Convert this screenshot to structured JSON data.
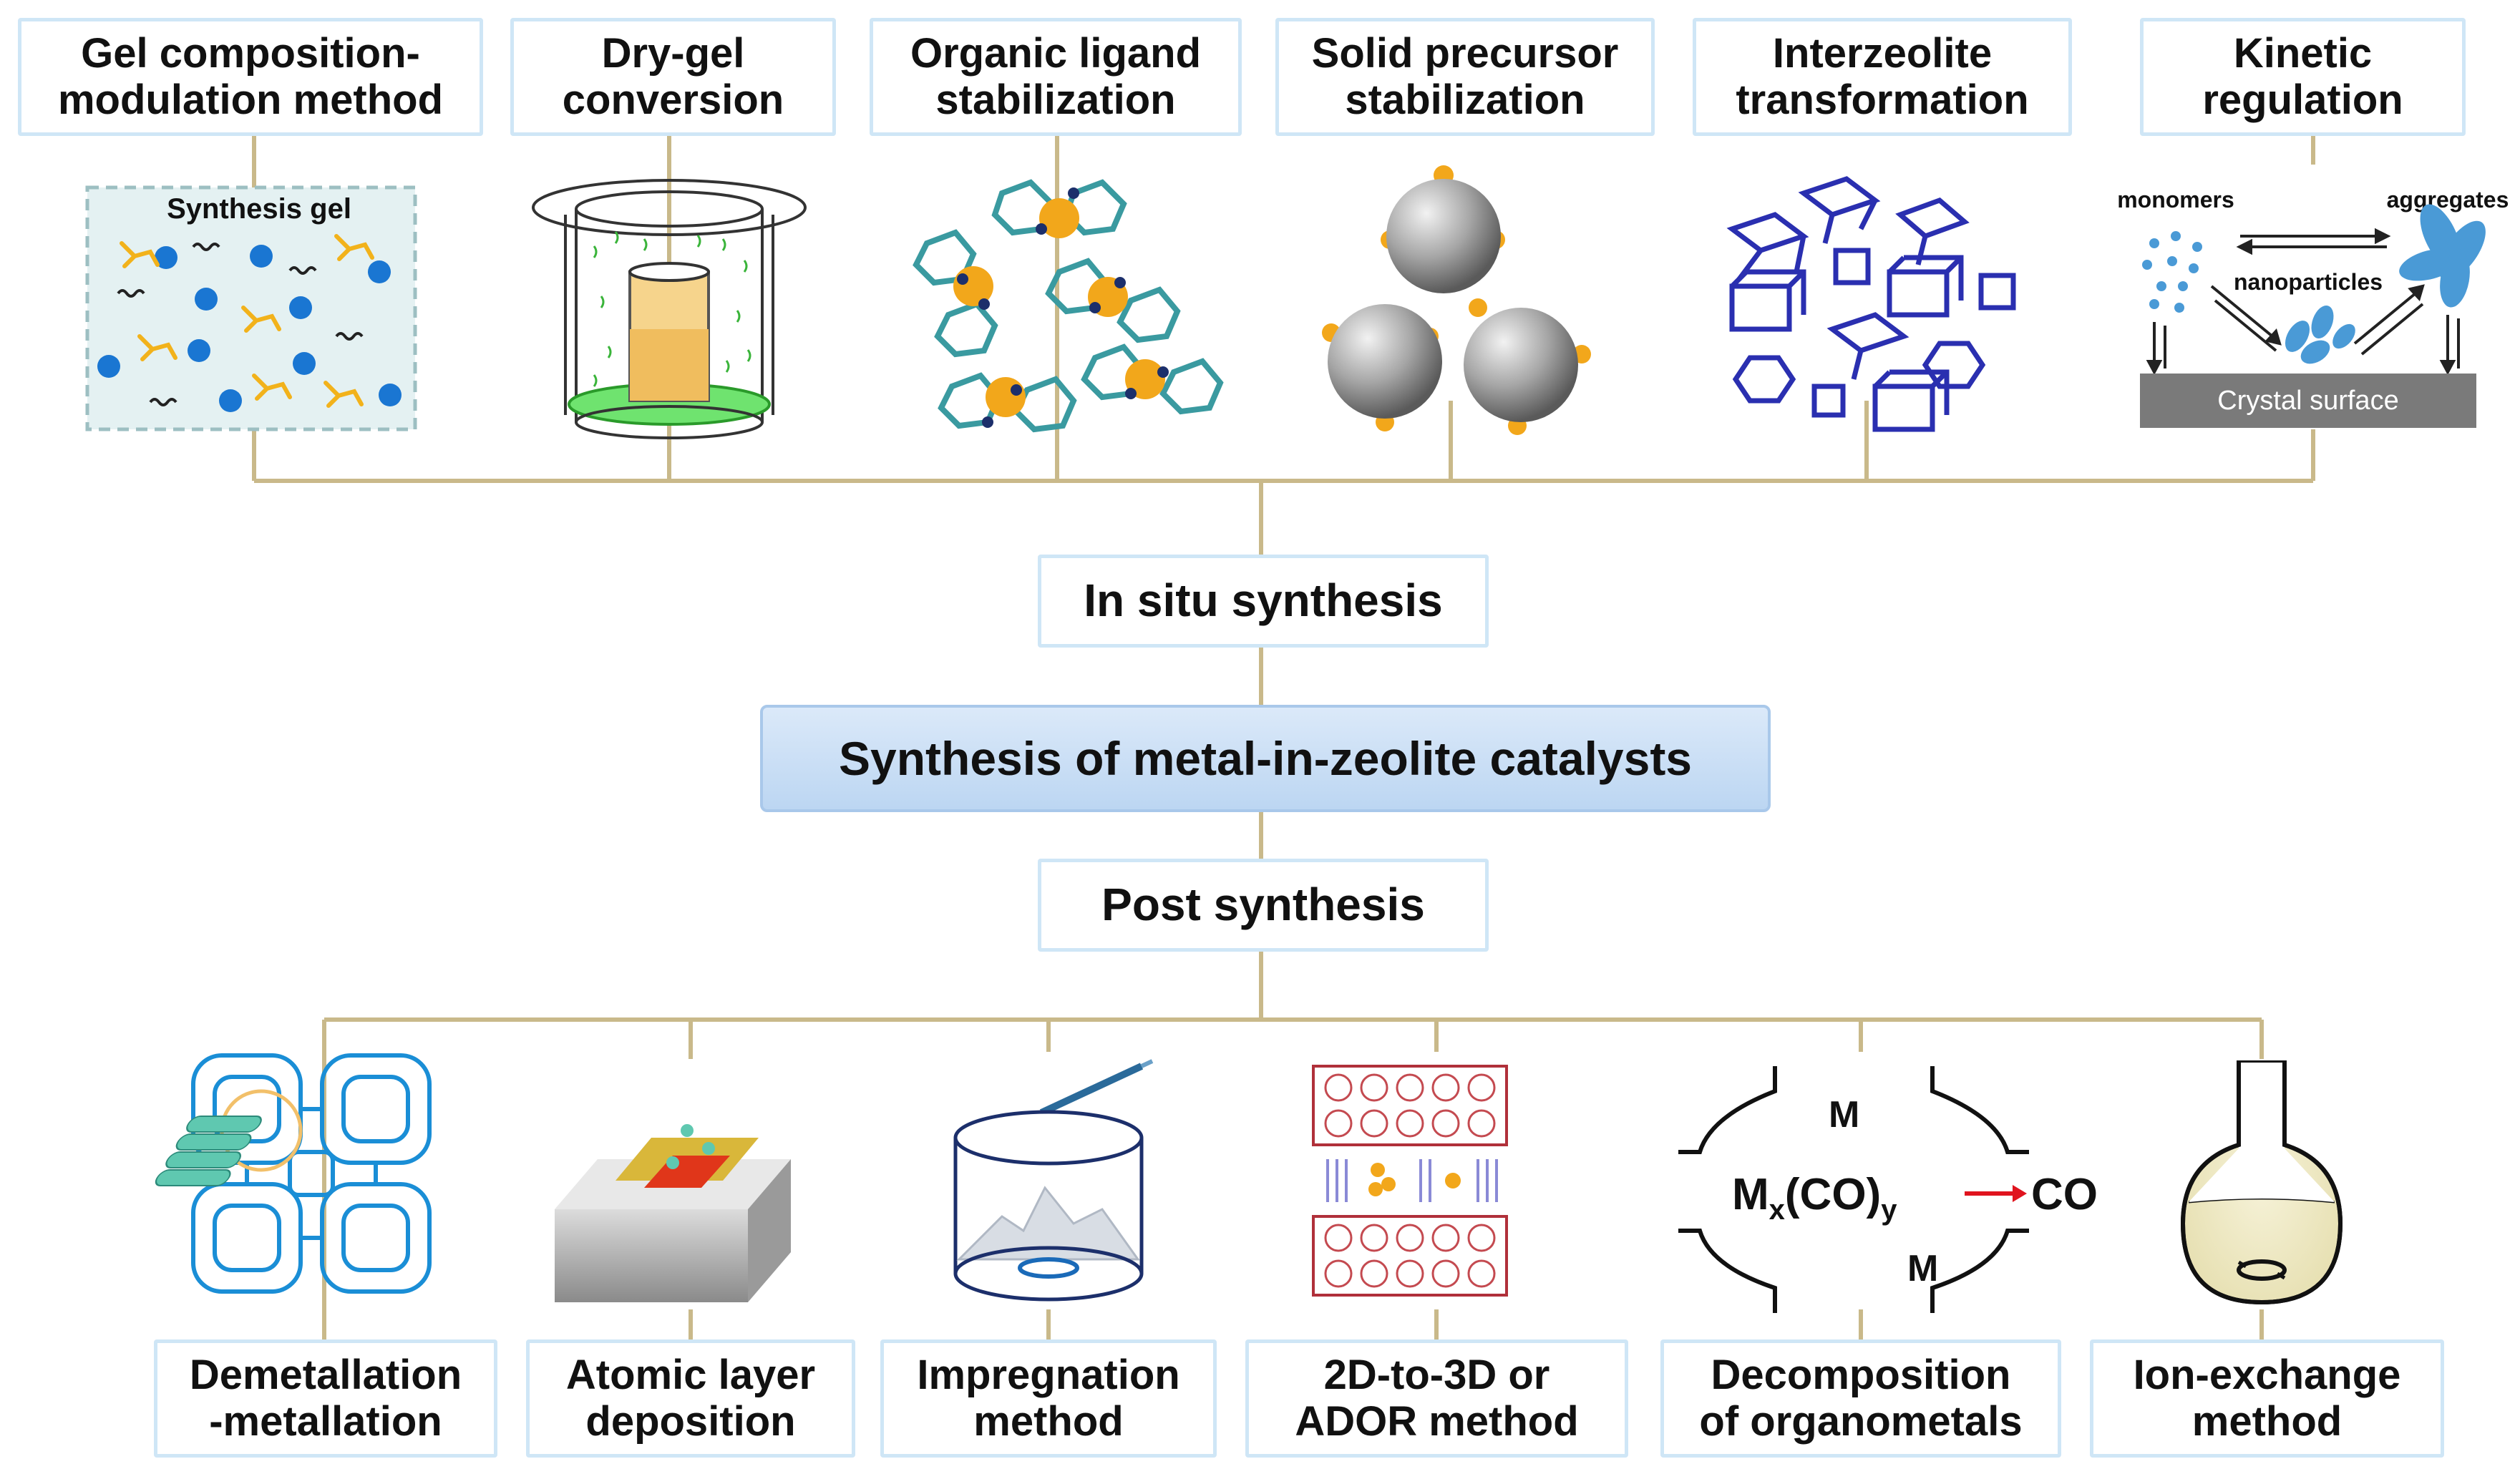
{
  "top_methods": [
    {
      "label": "Gel composition-\nmodulation method"
    },
    {
      "label": "Dry-gel\nconversion"
    },
    {
      "label": "Organic ligand\nstabilization"
    },
    {
      "label": "Solid precursor\nstabilization"
    },
    {
      "label": "Interzeolite\ntransformation"
    },
    {
      "label": "Kinetic\nregulation"
    }
  ],
  "in_situ": {
    "label": "In situ synthesis"
  },
  "main": {
    "label": "Synthesis of metal-in-zeolite catalysts"
  },
  "post": {
    "label": "Post synthesis"
  },
  "bottom_methods": [
    {
      "label": "Demetallation\n-metallation"
    },
    {
      "label": "Atomic layer\ndeposition"
    },
    {
      "label": "Impregnation\nmethod"
    },
    {
      "label": "2D-to-3D or\nADOR method"
    },
    {
      "label": "Decomposition\nof organometals"
    },
    {
      "label": "Ion-exchange\nmethod"
    }
  ],
  "illustration_text": {
    "synthesis_gel": "Synthesis gel",
    "monomers": "monomers",
    "aggregates": "aggregates",
    "nanoparticles": "nanoparticles",
    "crystal_surface": "Crystal surface",
    "metal_M": "M",
    "formula_base": "M",
    "formula_sub_x": "x",
    "formula_mid": "(CO)",
    "formula_sub_y": "y",
    "co": "CO"
  },
  "colors": {
    "connector": "#c9b98a",
    "box_border": "#cfe6f6",
    "zeolite_blue": "#1a8ed6",
    "ligand_teal": "#3a9aa0",
    "gold": "#f2a71b",
    "cube_blue": "#2a2fb0",
    "arrow_red": "#e0141e"
  }
}
